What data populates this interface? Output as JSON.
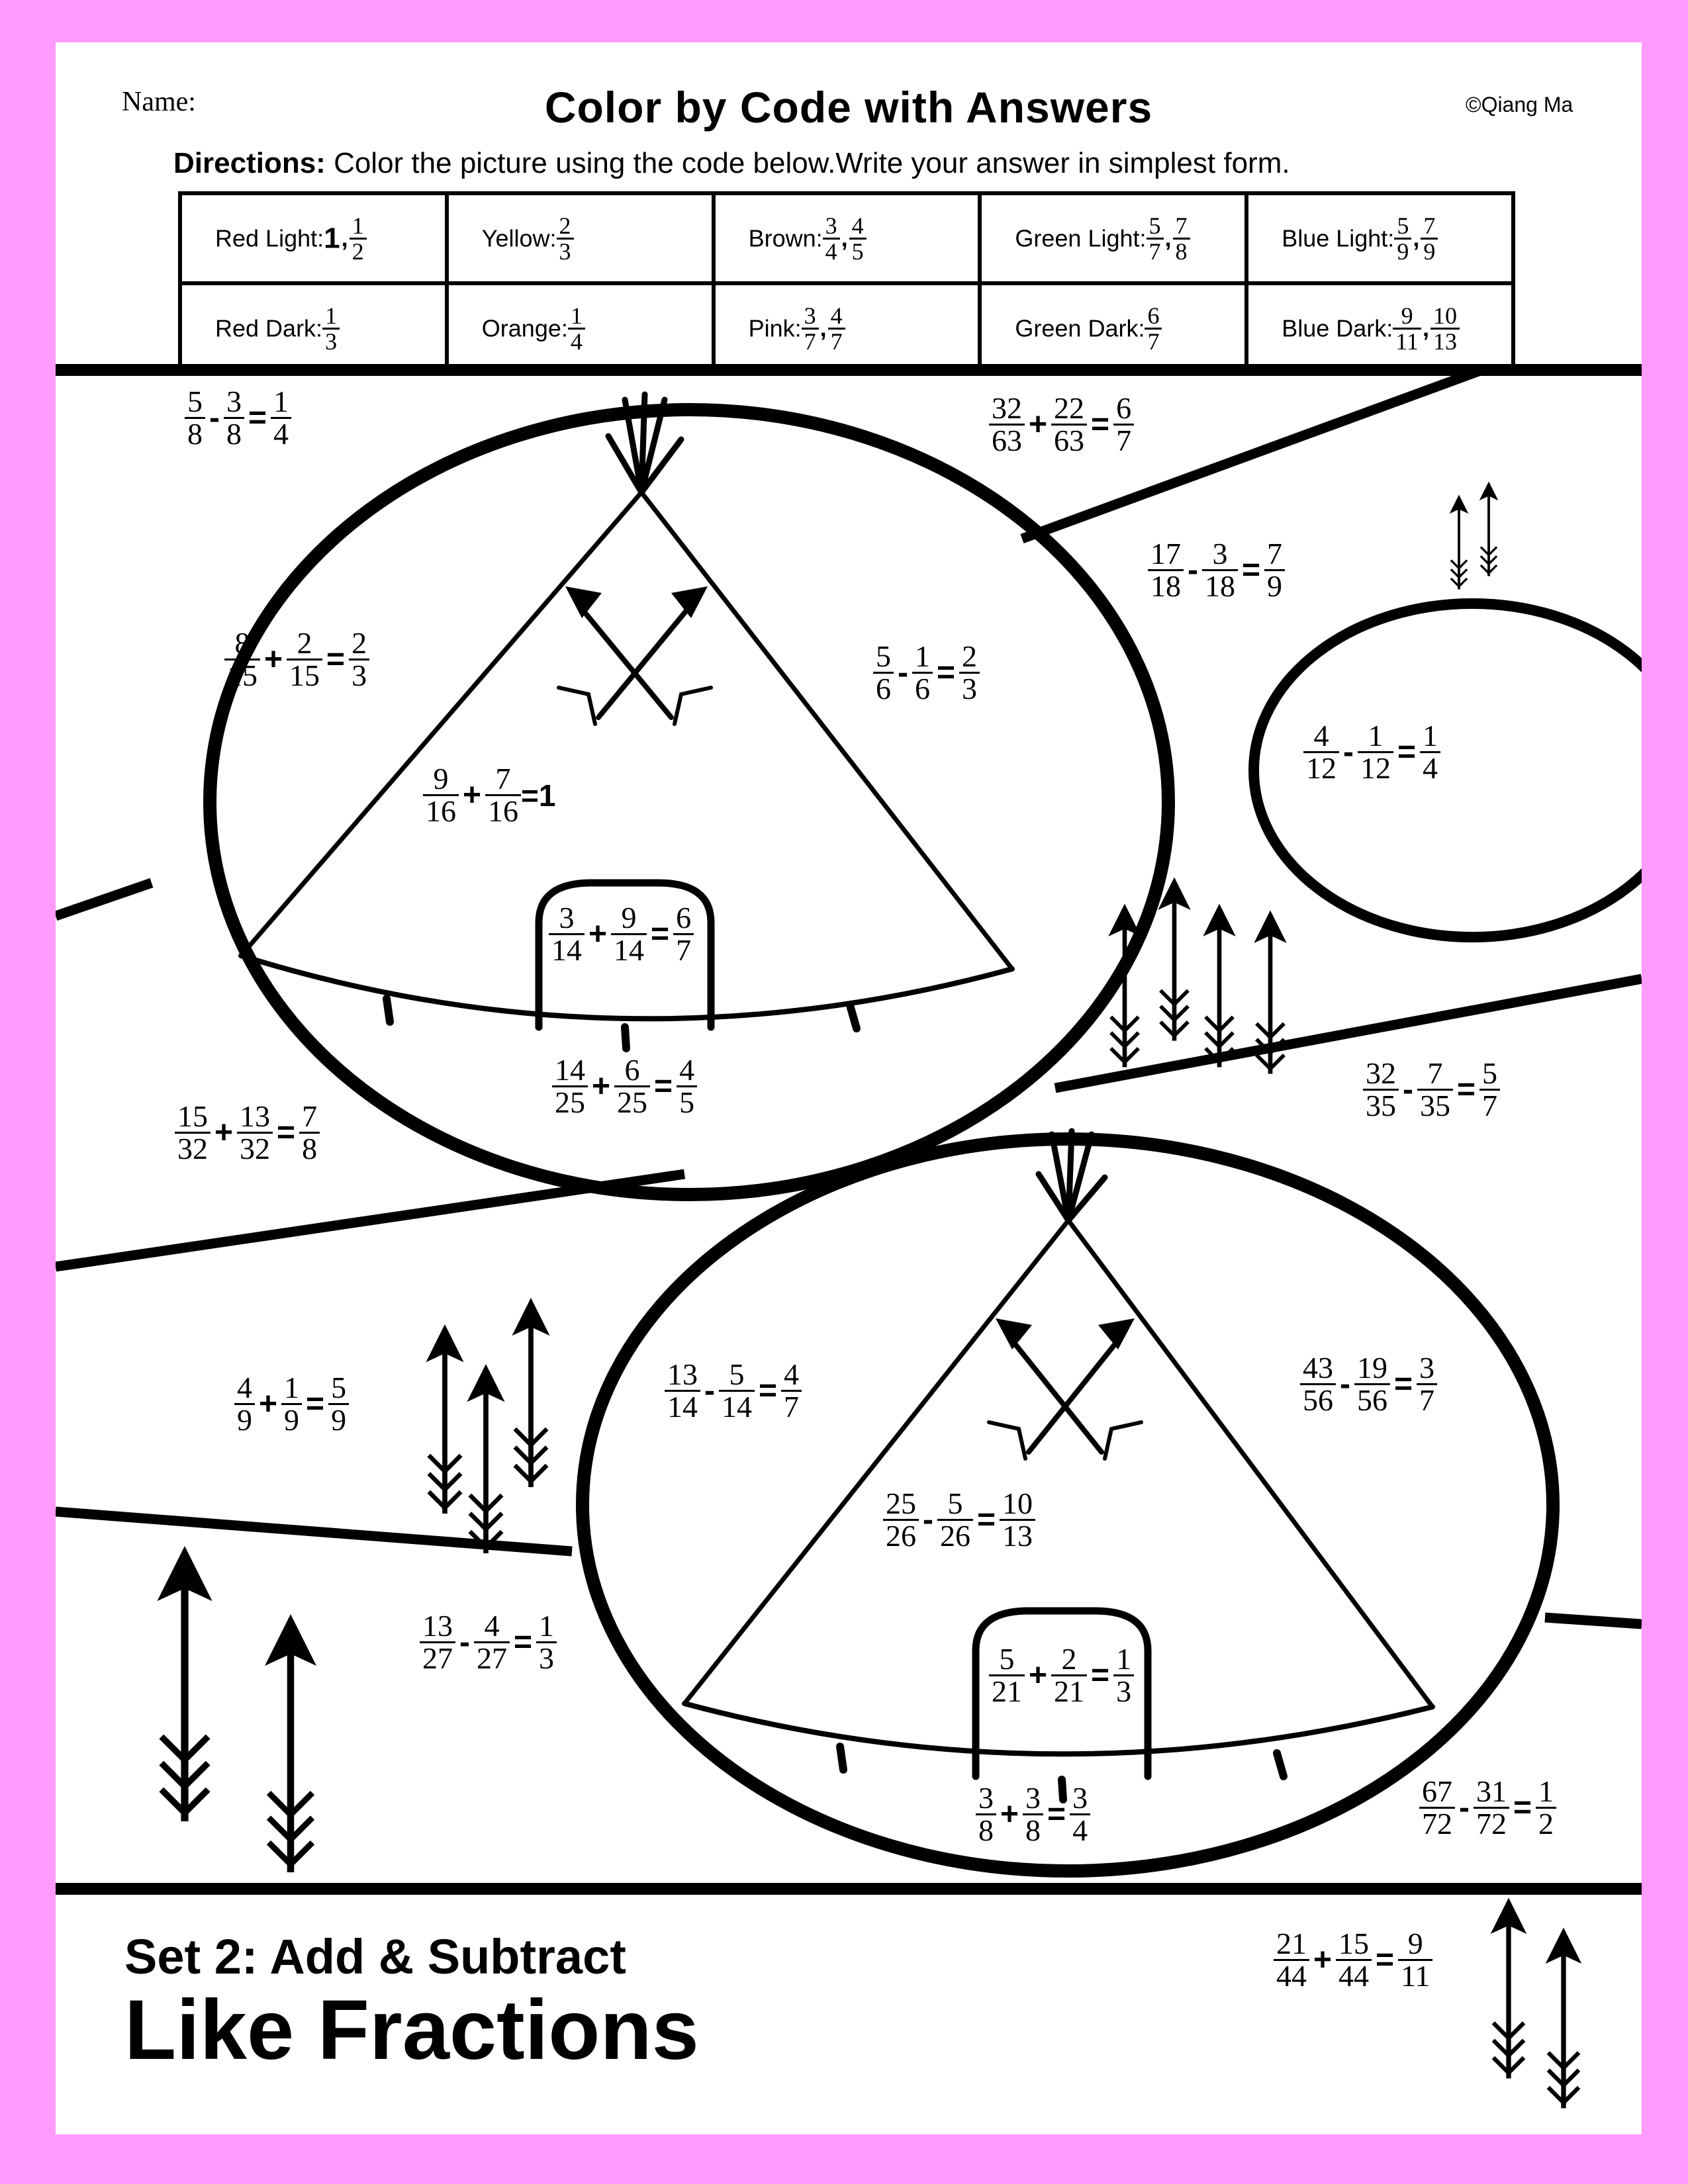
{
  "header": {
    "name_label": "Name:",
    "title": "Color by Code with Answers",
    "copyright": "©Qiang Ma"
  },
  "directions": {
    "label": "Directions:",
    "text": "Color the picture using the code below.Write your answer in simplest form."
  },
  "color_code": [
    [
      {
        "label": "Red Light:",
        "whole": "1",
        "fractions": [
          [
            "1",
            "2"
          ]
        ]
      },
      {
        "label": "Yellow:",
        "fractions": [
          [
            "2",
            "3"
          ]
        ]
      },
      {
        "label": "Brown:",
        "fractions": [
          [
            "3",
            "4"
          ],
          [
            "4",
            "5"
          ]
        ]
      },
      {
        "label": "Green Light:",
        "fractions": [
          [
            "5",
            "7"
          ],
          [
            "7",
            "8"
          ]
        ]
      },
      {
        "label": "Blue Light:",
        "fractions": [
          [
            "5",
            "9"
          ],
          [
            "7",
            "9"
          ]
        ]
      }
    ],
    [
      {
        "label": "Red Dark:",
        "fractions": [
          [
            "1",
            "3"
          ]
        ]
      },
      {
        "label": "Orange:",
        "fractions": [
          [
            "1",
            "4"
          ]
        ]
      },
      {
        "label": "Pink:",
        "fractions": [
          [
            "3",
            "7"
          ],
          [
            "4",
            "7"
          ]
        ]
      },
      {
        "label": "Green Dark:",
        "fractions": [
          [
            "6",
            "7"
          ]
        ]
      },
      {
        "label": "Blue Dark:",
        "fractions": [
          [
            "9",
            "11"
          ],
          [
            "10",
            "13"
          ]
        ]
      }
    ]
  ],
  "equations": [
    {
      "a": [
        "5",
        "8"
      ],
      "op": "-",
      "b": [
        "3",
        "8"
      ],
      "ans": [
        "1",
        "4"
      ]
    },
    {
      "a": [
        "32",
        "63"
      ],
      "op": "+",
      "b": [
        "22",
        "63"
      ],
      "ans": [
        "6",
        "7"
      ]
    },
    {
      "a": [
        "17",
        "18"
      ],
      "op": "-",
      "b": [
        "3",
        "18"
      ],
      "ans": [
        "7",
        "9"
      ]
    },
    {
      "a": [
        "8",
        "15"
      ],
      "op": "+",
      "b": [
        "2",
        "15"
      ],
      "ans": [
        "2",
        "3"
      ]
    },
    {
      "a": [
        "5",
        "6"
      ],
      "op": "-",
      "b": [
        "1",
        "6"
      ],
      "ans": [
        "2",
        "3"
      ]
    },
    {
      "a": [
        "9",
        "16"
      ],
      "op": "+",
      "b": [
        "7",
        "16"
      ],
      "ans_whole": "=1"
    },
    {
      "a": [
        "4",
        "12"
      ],
      "op": "-",
      "b": [
        "1",
        "12"
      ],
      "ans": [
        "1",
        "4"
      ]
    },
    {
      "a": [
        "3",
        "14"
      ],
      "op": "+",
      "b": [
        "9",
        "14"
      ],
      "ans": [
        "6",
        "7"
      ]
    },
    {
      "a": [
        "14",
        "25"
      ],
      "op": "+",
      "b": [
        "6",
        "25"
      ],
      "ans": [
        "4",
        "5"
      ]
    },
    {
      "a": [
        "15",
        "32"
      ],
      "op": "+",
      "b": [
        "13",
        "32"
      ],
      "ans": [
        "7",
        "8"
      ]
    },
    {
      "a": [
        "32",
        "35"
      ],
      "op": "-",
      "b": [
        "7",
        "35"
      ],
      "ans": [
        "5",
        "7"
      ]
    },
    {
      "a": [
        "13",
        "14"
      ],
      "op": "-",
      "b": [
        "5",
        "14"
      ],
      "ans": [
        "4",
        "7"
      ]
    },
    {
      "a": [
        "43",
        "56"
      ],
      "op": "-",
      "b": [
        "19",
        "56"
      ],
      "ans": [
        "3",
        "7"
      ]
    },
    {
      "a": [
        "4",
        "9"
      ],
      "op": "+",
      "b": [
        "1",
        "9"
      ],
      "ans": [
        "5",
        "9"
      ]
    },
    {
      "a": [
        "25",
        "26"
      ],
      "op": "-",
      "b": [
        "5",
        "26"
      ],
      "ans": [
        "10",
        "13"
      ]
    },
    {
      "a": [
        "13",
        "27"
      ],
      "op": "-",
      "b": [
        "4",
        "27"
      ],
      "ans": [
        "1",
        "3"
      ]
    },
    {
      "a": [
        "5",
        "21"
      ],
      "op": "+",
      "b": [
        "2",
        "21"
      ],
      "ans": [
        "1",
        "3"
      ]
    },
    {
      "a": [
        "3",
        "8"
      ],
      "op": "+",
      "b": [
        "3",
        "8"
      ],
      "ans": [
        "3",
        "4"
      ]
    },
    {
      "a": [
        "67",
        "72"
      ],
      "op": "-",
      "b": [
        "31",
        "72"
      ],
      "ans": [
        "1",
        "2"
      ]
    },
    {
      "a": [
        "21",
        "44"
      ],
      "op": "+",
      "b": [
        "15",
        "44"
      ],
      "ans": [
        "9",
        "11"
      ]
    }
  ],
  "footer": {
    "set_label": "Set 2: Add & Subtract",
    "topic": "Like Fractions"
  }
}
